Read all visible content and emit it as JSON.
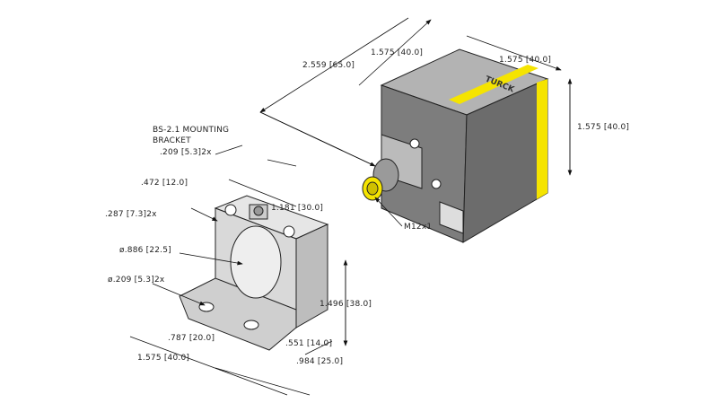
{
  "sensor": {
    "brand": "TURCK",
    "connector": "M12x1",
    "dims": {
      "length": "2.559 [65.0]",
      "depth": "1.575 [40.0]",
      "width": "1.575 [40.0]",
      "height": "1.575 [40.0]"
    },
    "colors": {
      "body": "#808080",
      "top": "#b0b0b0",
      "side": "#6e6e6e",
      "stripe": "#f5e400"
    }
  },
  "bracket": {
    "title_line1": "BS-2.1 MOUNTING",
    "title_line2": "BRACKET",
    "dims": {
      "slot": ".209 [5.3]2x",
      "d472": ".472 [12.0]",
      "d287": ".287 [7.3]2x",
      "d1181": "1.181 [30.0]",
      "bore": "ø.886 [22.5]",
      "hole": "ø.209 [5.3]2x",
      "height": "1.496 [38.0]",
      "d787": ".787 [20.0]",
      "d551": ".551 [14.0]",
      "length": "1.575 [40.0]",
      "d984": ".984 [25.0]"
    }
  }
}
